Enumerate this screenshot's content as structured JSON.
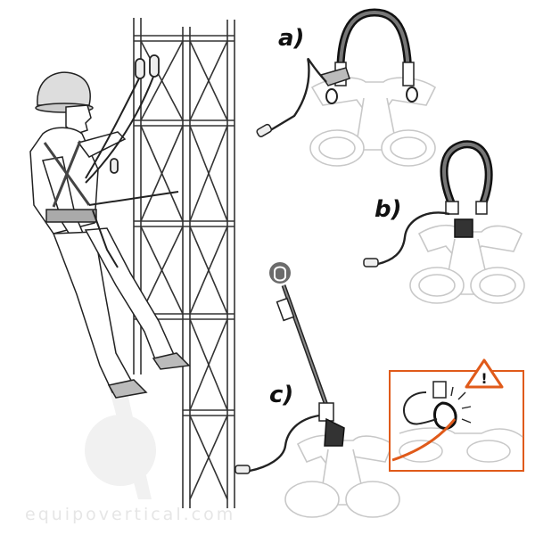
{
  "labels": {
    "a": "a)",
    "b": "b)",
    "c": "c)"
  },
  "warning": {
    "symbol": "!"
  },
  "watermark": {
    "text": "equipovertical.com"
  },
  "icons": [
    "warning-icon",
    "carabiner-icon"
  ],
  "colors": {
    "line": "#222222",
    "harness": "#c8c8c8",
    "warning_border": "#e05a1a",
    "highlight": "#e05a1a",
    "badge": "#6b6b6b",
    "watermark": "#e6e6e6"
  }
}
